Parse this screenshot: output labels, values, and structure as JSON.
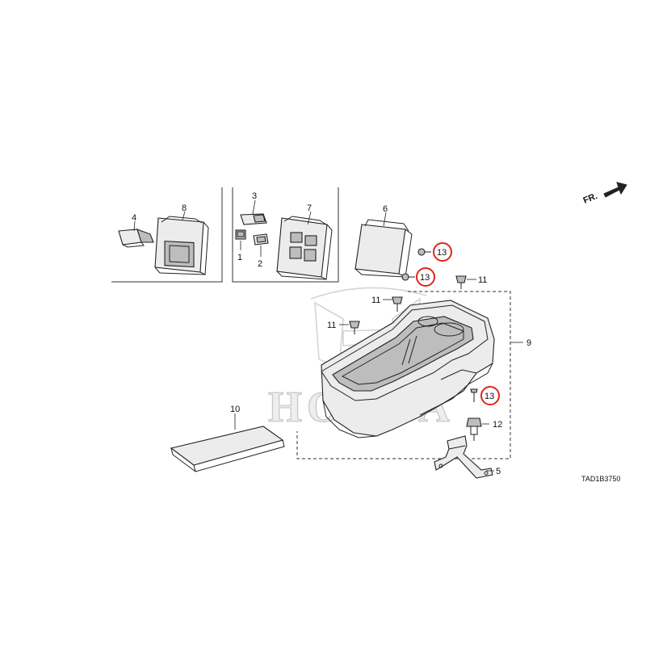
{
  "diagram": {
    "ref_code": "TAD1B3750",
    "direction_label": "FR.",
    "brand_watermark": "HONDA",
    "callouts": [
      {
        "id": "c4",
        "label": "4",
        "part": "switch-4",
        "circled": false
      },
      {
        "id": "c8",
        "label": "8",
        "part": "panel-8",
        "circled": false
      },
      {
        "id": "c3",
        "label": "3",
        "part": "switch-3",
        "circled": false
      },
      {
        "id": "c1",
        "label": "1",
        "part": "switch-1",
        "circled": false
      },
      {
        "id": "c2",
        "label": "2",
        "part": "switch-2",
        "circled": false
      },
      {
        "id": "c7",
        "label": "7",
        "part": "panel-7",
        "circled": false
      },
      {
        "id": "c6",
        "label": "6",
        "part": "lid-6",
        "circled": false
      },
      {
        "id": "c13a",
        "label": "13",
        "part": "screw-13a",
        "circled": true
      },
      {
        "id": "c13b",
        "label": "13",
        "part": "screw-13b",
        "circled": true
      },
      {
        "id": "c11a",
        "label": "11",
        "part": "clip-11a",
        "circled": false
      },
      {
        "id": "c11b",
        "label": "11",
        "part": "clip-11b",
        "circled": false
      },
      {
        "id": "c11c",
        "label": "11",
        "part": "clip-11c",
        "circled": false
      },
      {
        "id": "c9",
        "label": "9",
        "part": "console-9",
        "circled": false
      },
      {
        "id": "c13c",
        "label": "13",
        "part": "screw-13c",
        "circled": true
      },
      {
        "id": "c10",
        "label": "10",
        "part": "mat-10",
        "circled": false
      },
      {
        "id": "c12",
        "label": "12",
        "part": "bolt-12",
        "circled": false
      },
      {
        "id": "c5",
        "label": "5",
        "part": "bracket-5",
        "circled": false
      }
    ]
  }
}
